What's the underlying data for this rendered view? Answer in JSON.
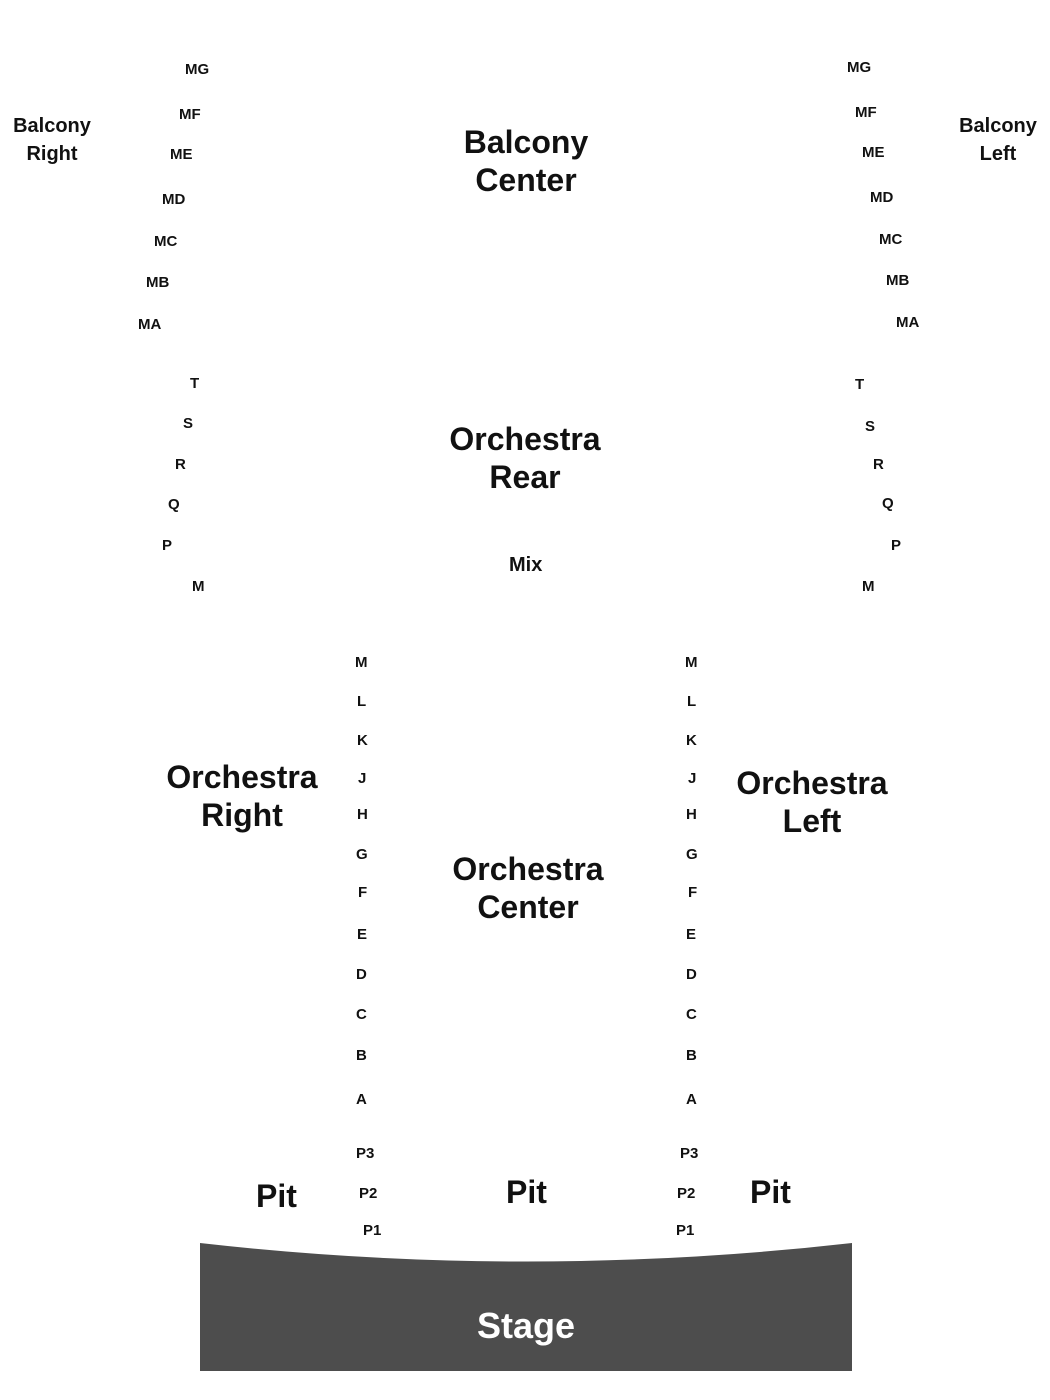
{
  "sections": {
    "balcony_right": [
      "Balcony",
      "Right"
    ],
    "balcony_center": [
      "Balcony",
      "Center"
    ],
    "balcony_left": [
      "Balcony",
      "Left"
    ],
    "orchestra_rear": [
      "Orchestra",
      "Rear"
    ],
    "orchestra_right": [
      "Orchestra",
      "Right"
    ],
    "orchestra_center": [
      "Orchestra",
      "Center"
    ],
    "orchestra_left": [
      "Orchestra",
      "Left"
    ],
    "mix": "Mix",
    "pit_right": "Pit",
    "pit_center": "Pit",
    "pit_left": "Pit",
    "stage": "Stage"
  },
  "rows": {
    "balcony_right": [
      "MG",
      "MF",
      "ME",
      "MD",
      "MC",
      "MB",
      "MA"
    ],
    "balcony_left": [
      "MG",
      "MF",
      "ME",
      "MD",
      "MC",
      "MB",
      "MA"
    ],
    "rear_right": [
      "T",
      "S",
      "R",
      "Q",
      "P",
      "M"
    ],
    "rear_left": [
      "T",
      "S",
      "R",
      "Q",
      "P",
      "M"
    ],
    "orchestra_right_aisle": [
      "M",
      "L",
      "K",
      "J",
      "H",
      "G",
      "F",
      "E",
      "D",
      "C",
      "B",
      "A",
      "P3",
      "P2",
      "P1"
    ],
    "orchestra_left_aisle": [
      "M",
      "L",
      "K",
      "J",
      "H",
      "G",
      "F",
      "E",
      "D",
      "C",
      "B",
      "A",
      "P3",
      "P2",
      "P1"
    ]
  },
  "colors": {
    "stage_fill": "#4d4d4d",
    "stage_text": "#ffffff",
    "label_text": "#111111"
  }
}
